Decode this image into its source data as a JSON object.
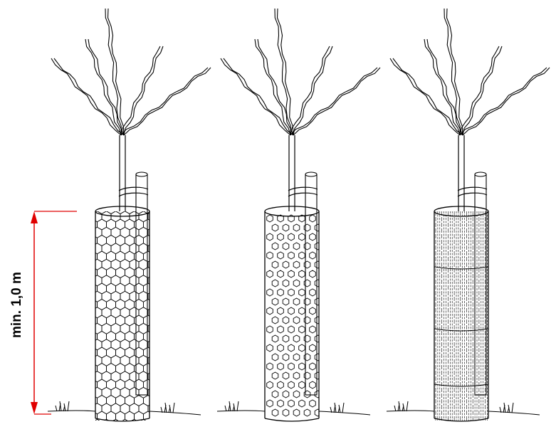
{
  "dimension": {
    "label": "min. 1,0 m",
    "color": "#e00000"
  },
  "panels": [
    {
      "name": "hexagonal-wire-mesh-guard",
      "pattern": "hex-mesh"
    },
    {
      "name": "perforated-tube-guard",
      "pattern": "perforated"
    },
    {
      "name": "spiral-vertical-mesh-guard",
      "pattern": "vertical-mesh"
    }
  ],
  "colors": {
    "line": "#000000",
    "background": "#ffffff"
  }
}
